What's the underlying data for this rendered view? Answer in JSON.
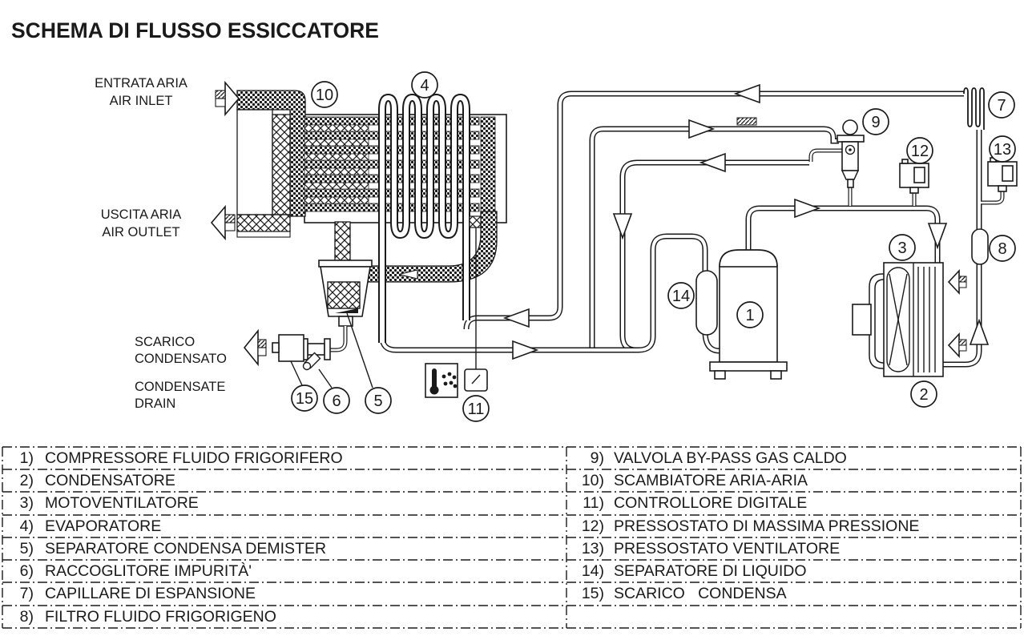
{
  "title": "SCHEMA DI FLUSSO ESSICCATORE",
  "diagram": {
    "labels": {
      "air_inlet_it": "ENTRATA ARIA",
      "air_inlet_en": "AIR INLET",
      "air_outlet_it": "USCITA ARIA",
      "air_outlet_en": "AIR OUTLET",
      "drain_it_line1": "SCARICO",
      "drain_it_line2": "CONDENSATO",
      "drain_en_line1": "CONDENSATE",
      "drain_en_line2": "DRAIN"
    },
    "markers": [
      "1",
      "2",
      "3",
      "4",
      "5",
      "6",
      "7",
      "8",
      "9",
      "10",
      "11",
      "12",
      "13",
      "14",
      "15"
    ],
    "icons": [
      "thermometer-icon",
      "droplets-icon",
      "air-arrow-icon",
      "flow-arrow-icon"
    ],
    "colors": {
      "line": "#1a1a1a",
      "background": "#ffffff"
    }
  },
  "legend": {
    "left": [
      {
        "num": "1)",
        "label": "COMPRESSORE FLUIDO FRIGORIFERO"
      },
      {
        "num": "2)",
        "label": "CONDENSATORE"
      },
      {
        "num": "3)",
        "label": "MOTOVENTILATORE"
      },
      {
        "num": "4)",
        "label": "EVAPORATORE"
      },
      {
        "num": "5)",
        "label": "SEPARATORE CONDENSA DEMISTER"
      },
      {
        "num": "6)",
        "label": "RACCOGLITORE IMPURITÀ'"
      },
      {
        "num": "7)",
        "label": "CAPILLARE DI ESPANSIONE"
      },
      {
        "num": "8)",
        "label": "FILTRO FLUIDO FRIGORIGENO"
      }
    ],
    "right": [
      {
        "num": "9)",
        "label": "VALVOLA BY-PASS GAS CALDO"
      },
      {
        "num": "10)",
        "label": "SCAMBIATORE ARIA-ARIA"
      },
      {
        "num": "11)",
        "label": "CONTROLLORE DIGITALE"
      },
      {
        "num": "12)",
        "label": "PRESSOSTATO DI MASSIMA PRESSIONE"
      },
      {
        "num": "13)",
        "label": "PRESSOSTATO VENTILATORE"
      },
      {
        "num": "14)",
        "label": "SEPARATORE DI LIQUIDO"
      },
      {
        "num": "15)",
        "label": "SCARICO   CONDENSA"
      },
      {
        "num": "",
        "label": ""
      }
    ]
  }
}
